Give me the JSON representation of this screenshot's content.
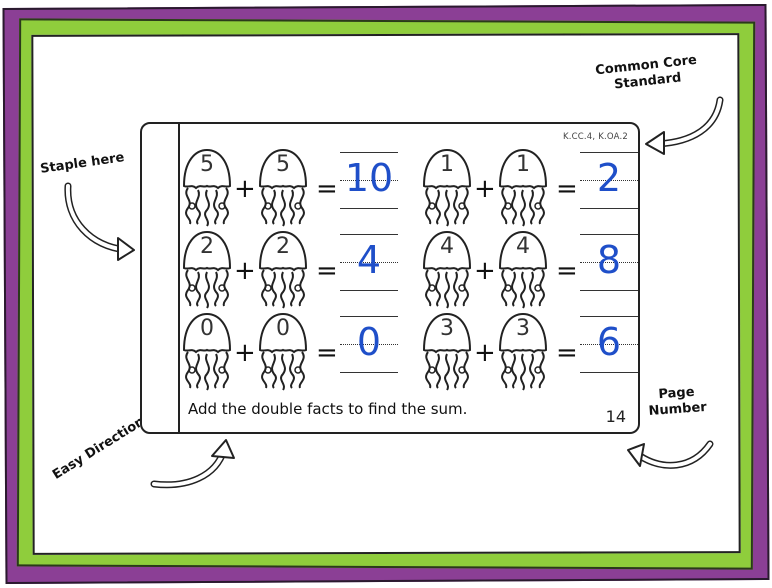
{
  "card": {
    "standard": "K.CC.4, K.OA.2",
    "directions": "Add the double facts to find the sum.",
    "page_number": "14"
  },
  "problems": [
    {
      "a": "5",
      "b": "5",
      "plus": "+",
      "equals": "=",
      "sum": "10"
    },
    {
      "a": "1",
      "b": "1",
      "plus": "+",
      "equals": "=",
      "sum": "2"
    },
    {
      "a": "2",
      "b": "2",
      "plus": "+",
      "equals": "=",
      "sum": "4"
    },
    {
      "a": "4",
      "b": "4",
      "plus": "+",
      "equals": "=",
      "sum": "8"
    },
    {
      "a": "0",
      "b": "0",
      "plus": "+",
      "equals": "=",
      "sum": "0"
    },
    {
      "a": "3",
      "b": "3",
      "plus": "+",
      "equals": "=",
      "sum": "6"
    }
  ],
  "callouts": {
    "staple": "Staple here",
    "standard_line1": "Common Core",
    "standard_line2": "Standard",
    "page_line1": "Page",
    "page_line2": "Number",
    "directions": "Easy Directions"
  },
  "colors": {
    "outer_border": "#8b3f95",
    "inner_border": "#8fcd3c",
    "answer_ink": "#1f4fc9"
  },
  "icons": [
    "jellyfish-icon",
    "curved-arrow-icon"
  ]
}
